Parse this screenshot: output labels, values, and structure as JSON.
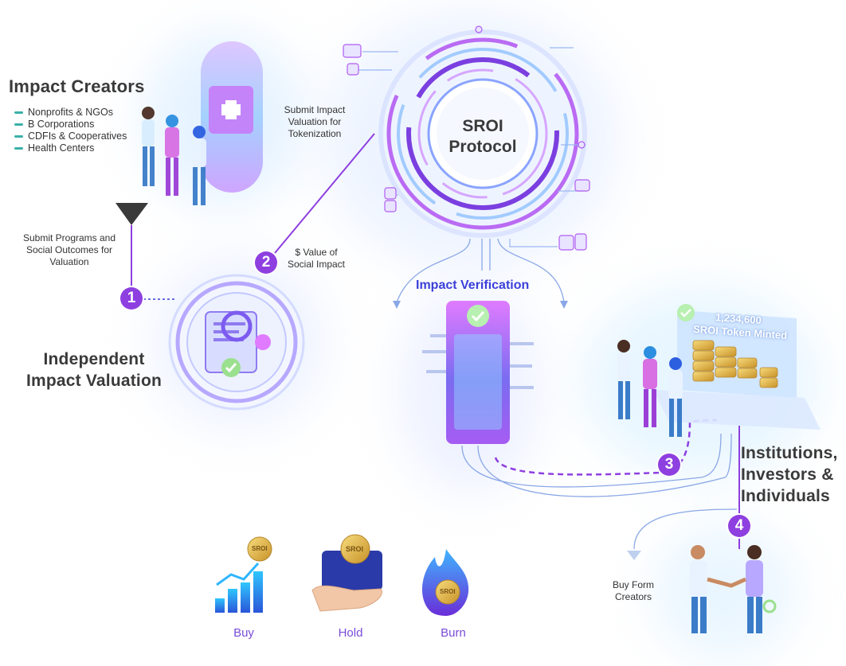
{
  "impact_creators": {
    "title": "Impact Creators",
    "items": [
      "Nonprofits & NGOs",
      "B Corporations",
      "CDFIs & Cooperatives",
      "Health Centers"
    ]
  },
  "protocol": {
    "line1": "SROI",
    "line2": "Protocol"
  },
  "labels": {
    "submit_valuation_1": "Submit Impact",
    "submit_valuation_2": "Valuation for",
    "submit_valuation_3": "Tokenization",
    "submit_programs_1": "Submit Programs and",
    "submit_programs_2": "Social Outcomes for",
    "submit_programs_3": "Valuation",
    "value_social_1": "$ Value of",
    "value_social_2": "Social Impact",
    "impact_verification": "Impact Verification",
    "independent_1": "Independent",
    "independent_2": "Impact Valuation",
    "institutions_1": "Institutions,",
    "institutions_2": "Investors &",
    "institutions_3": "Individuals",
    "buy_from_1": "Buy Form",
    "buy_from_2": "Creators"
  },
  "token_screen": {
    "amount": "1,234,600",
    "caption": "SROI Token Minted",
    "coin_text": "SROI"
  },
  "steps": [
    "1",
    "2",
    "3",
    "4"
  ],
  "actions": [
    {
      "label": "Buy"
    },
    {
      "label": "Hold"
    },
    {
      "label": "Burn"
    }
  ],
  "colors": {
    "accent_purple": "#8e3fe0",
    "verification_blue": "#3b3fd8",
    "action_purple": "#7a4cd8",
    "teal": "#3ab0a8"
  }
}
